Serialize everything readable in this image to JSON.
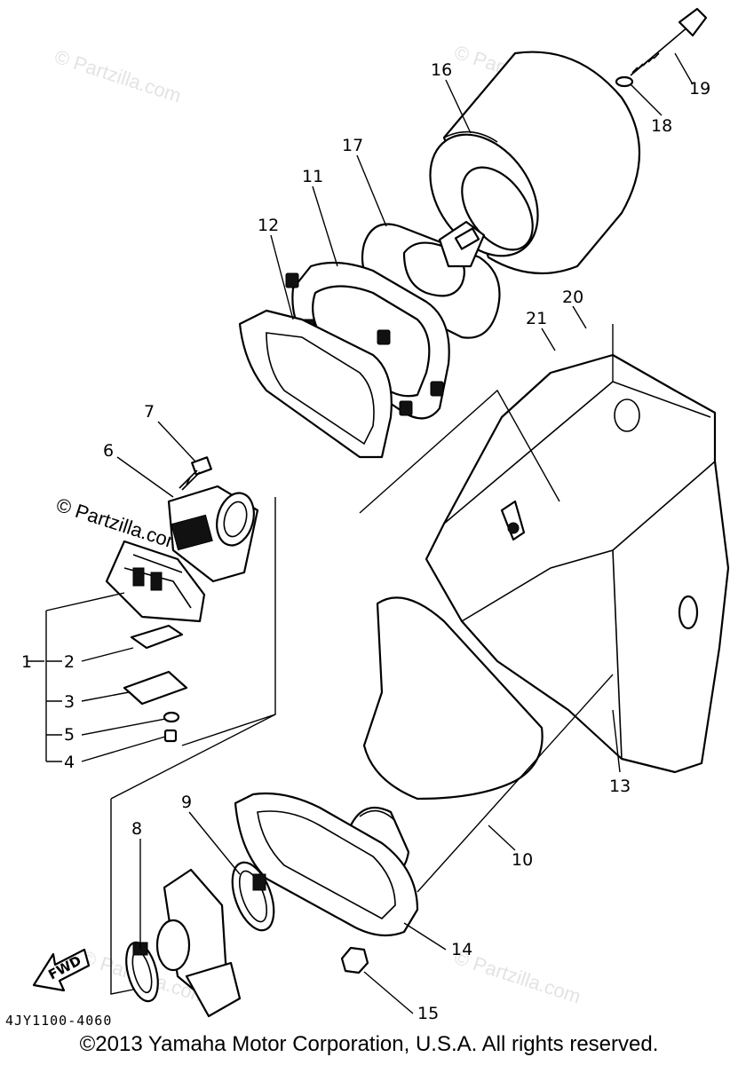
{
  "callouts": {
    "c1": "1",
    "c2": "2",
    "c3": "3",
    "c4": "4",
    "c5": "5",
    "c6": "6",
    "c7": "7",
    "c8": "8",
    "c9": "9",
    "c10": "10",
    "c11": "11",
    "c12": "12",
    "c13": "13",
    "c14": "14",
    "c15": "15",
    "c16": "16",
    "c17": "17",
    "c18": "18",
    "c19": "19",
    "c20": "20",
    "c21": "21"
  },
  "direction_label": "FWD",
  "watermark": "© Partzilla.com",
  "diagram_code": "4JY1100-4060",
  "copyright": "©2013 Yamaha Motor Corporation, U.S.A. All rights reserved."
}
